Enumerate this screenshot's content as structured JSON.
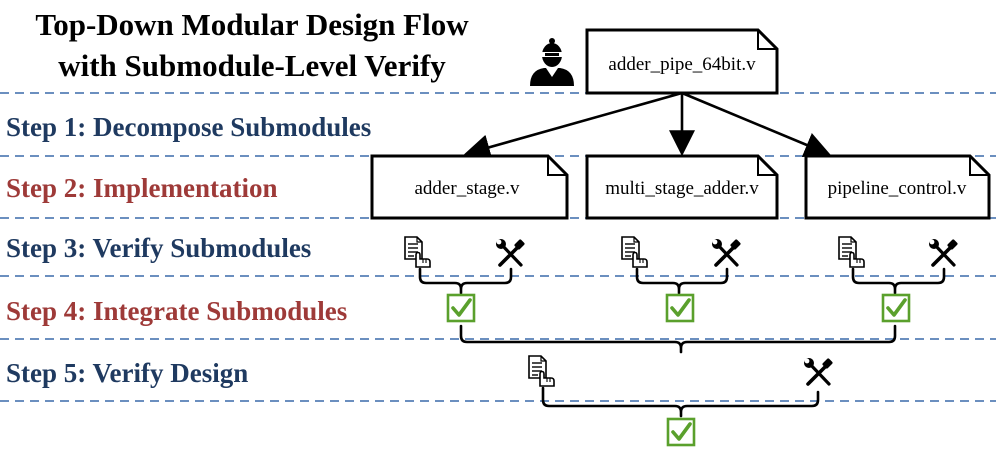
{
  "title_lines": [
    "Top-Down Modular Design Flow",
    "with Submodule-Level Verify"
  ],
  "top_file": "adder_pipe_64bit.v",
  "steps": [
    {
      "label": "Step 1: Decompose Submodules",
      "color": "#1f3a60"
    },
    {
      "label": "Step 2:  Implementation",
      "color": "#9e3a38"
    },
    {
      "label": "Step 3:  Verify Submodules",
      "color": "#1f3a60"
    },
    {
      "label": "Step 4:  Integrate Submodules",
      "color": "#9e3a38"
    },
    {
      "label": "Step 5:  Verify Design",
      "color": "#1f3a60"
    }
  ],
  "submodules": [
    "adder_stage.v",
    "multi_stage_adder.v",
    "pipeline_control.v"
  ],
  "icons": {
    "user": "user-icon",
    "testbench": "testbench-document-icon",
    "tools": "wrench-screwdriver-icon",
    "check": "checkmark-icon"
  },
  "colors": {
    "separator": "#6b8fbf",
    "check": "#5aa02c",
    "check_border": "#2e7d32"
  }
}
